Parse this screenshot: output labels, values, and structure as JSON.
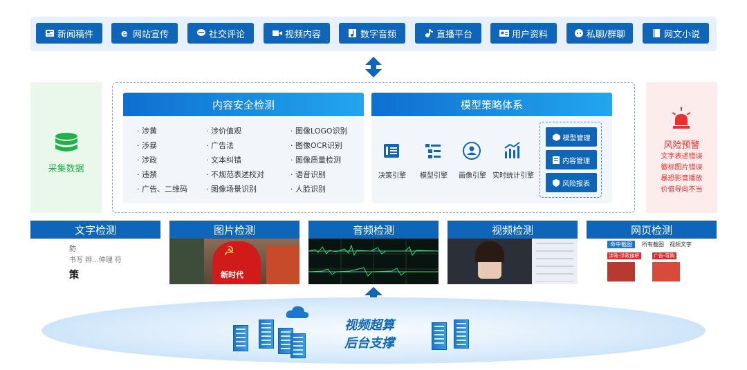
{
  "sources": [
    {
      "label": "新闻稿件",
      "icon": "newspaper-icon"
    },
    {
      "label": "网站宣传",
      "icon": "browser-e-icon"
    },
    {
      "label": "社交评论",
      "icon": "chat-icon"
    },
    {
      "label": "视频内容",
      "icon": "video-camera-icon"
    },
    {
      "label": "数字音频",
      "icon": "music-file-icon"
    },
    {
      "label": "直播平台",
      "icon": "tiktok-icon"
    },
    {
      "label": "用户资料",
      "icon": "id-card-icon"
    },
    {
      "label": "私聊/群聊",
      "icon": "group-chat-icon"
    },
    {
      "label": "网文小说",
      "icon": "book-icon"
    }
  ],
  "collect": {
    "label": "采集数据",
    "icon": "database-icon",
    "color": "#22b04b"
  },
  "content_security": {
    "title": "内容安全检测",
    "col1": [
      "· 涉黄",
      "· 涉暴",
      "· 涉政",
      "· 违禁",
      "· 广告、二维码"
    ],
    "col2": [
      "· 涉价值观",
      "· 广告法",
      "· 文本纠错",
      "· 不规范表述校对",
      "· 图像场景识别"
    ],
    "col3": [
      "· 图像LOGO识别",
      "· 图像OCR识别",
      "· 图像质量检测",
      "· 语音识别",
      "· 人脸识别"
    ]
  },
  "model_strategy": {
    "title": "模型策略体系",
    "engines": [
      {
        "label": "决策引擎",
        "icon": "decision-icon"
      },
      {
        "label": "模型引擎",
        "icon": "model-list-icon"
      },
      {
        "label": "画像引擎",
        "icon": "profile-icon"
      },
      {
        "label": "实时统计引擎",
        "icon": "stats-chart-icon"
      }
    ],
    "managers": [
      {
        "label": "模型管理",
        "icon": "cube-icon"
      },
      {
        "label": "内容管理",
        "icon": "document-icon"
      },
      {
        "label": "风险报表",
        "icon": "shield-icon"
      }
    ]
  },
  "risk": {
    "title": "风险预警",
    "icon": "alarm-light-icon",
    "lines": [
      "文字表述错误",
      "徽标图片错误",
      "暴恐影音播放",
      "价值导向不当"
    ],
    "color": "#e8302f"
  },
  "detections": [
    {
      "title": "文字检测",
      "sample": [
        "防",
        "书写 辨...仲理 符",
        "策"
      ]
    },
    {
      "title": "图片检测",
      "sample": [
        "新时代"
      ]
    },
    {
      "title": "音频检测",
      "sample": []
    },
    {
      "title": "视频检测",
      "sample": []
    },
    {
      "title": "网页检测",
      "sample": [
        "命中截图",
        "所有截图",
        "视频文字",
        "涉政-涉政旗帜",
        "广告-导购"
      ]
    }
  ],
  "backend": {
    "line1": "视频超算",
    "line2": "后台支撑"
  },
  "colors": {
    "primary": "#0f66b9",
    "green": "#22b04b",
    "red": "#e8302f"
  }
}
